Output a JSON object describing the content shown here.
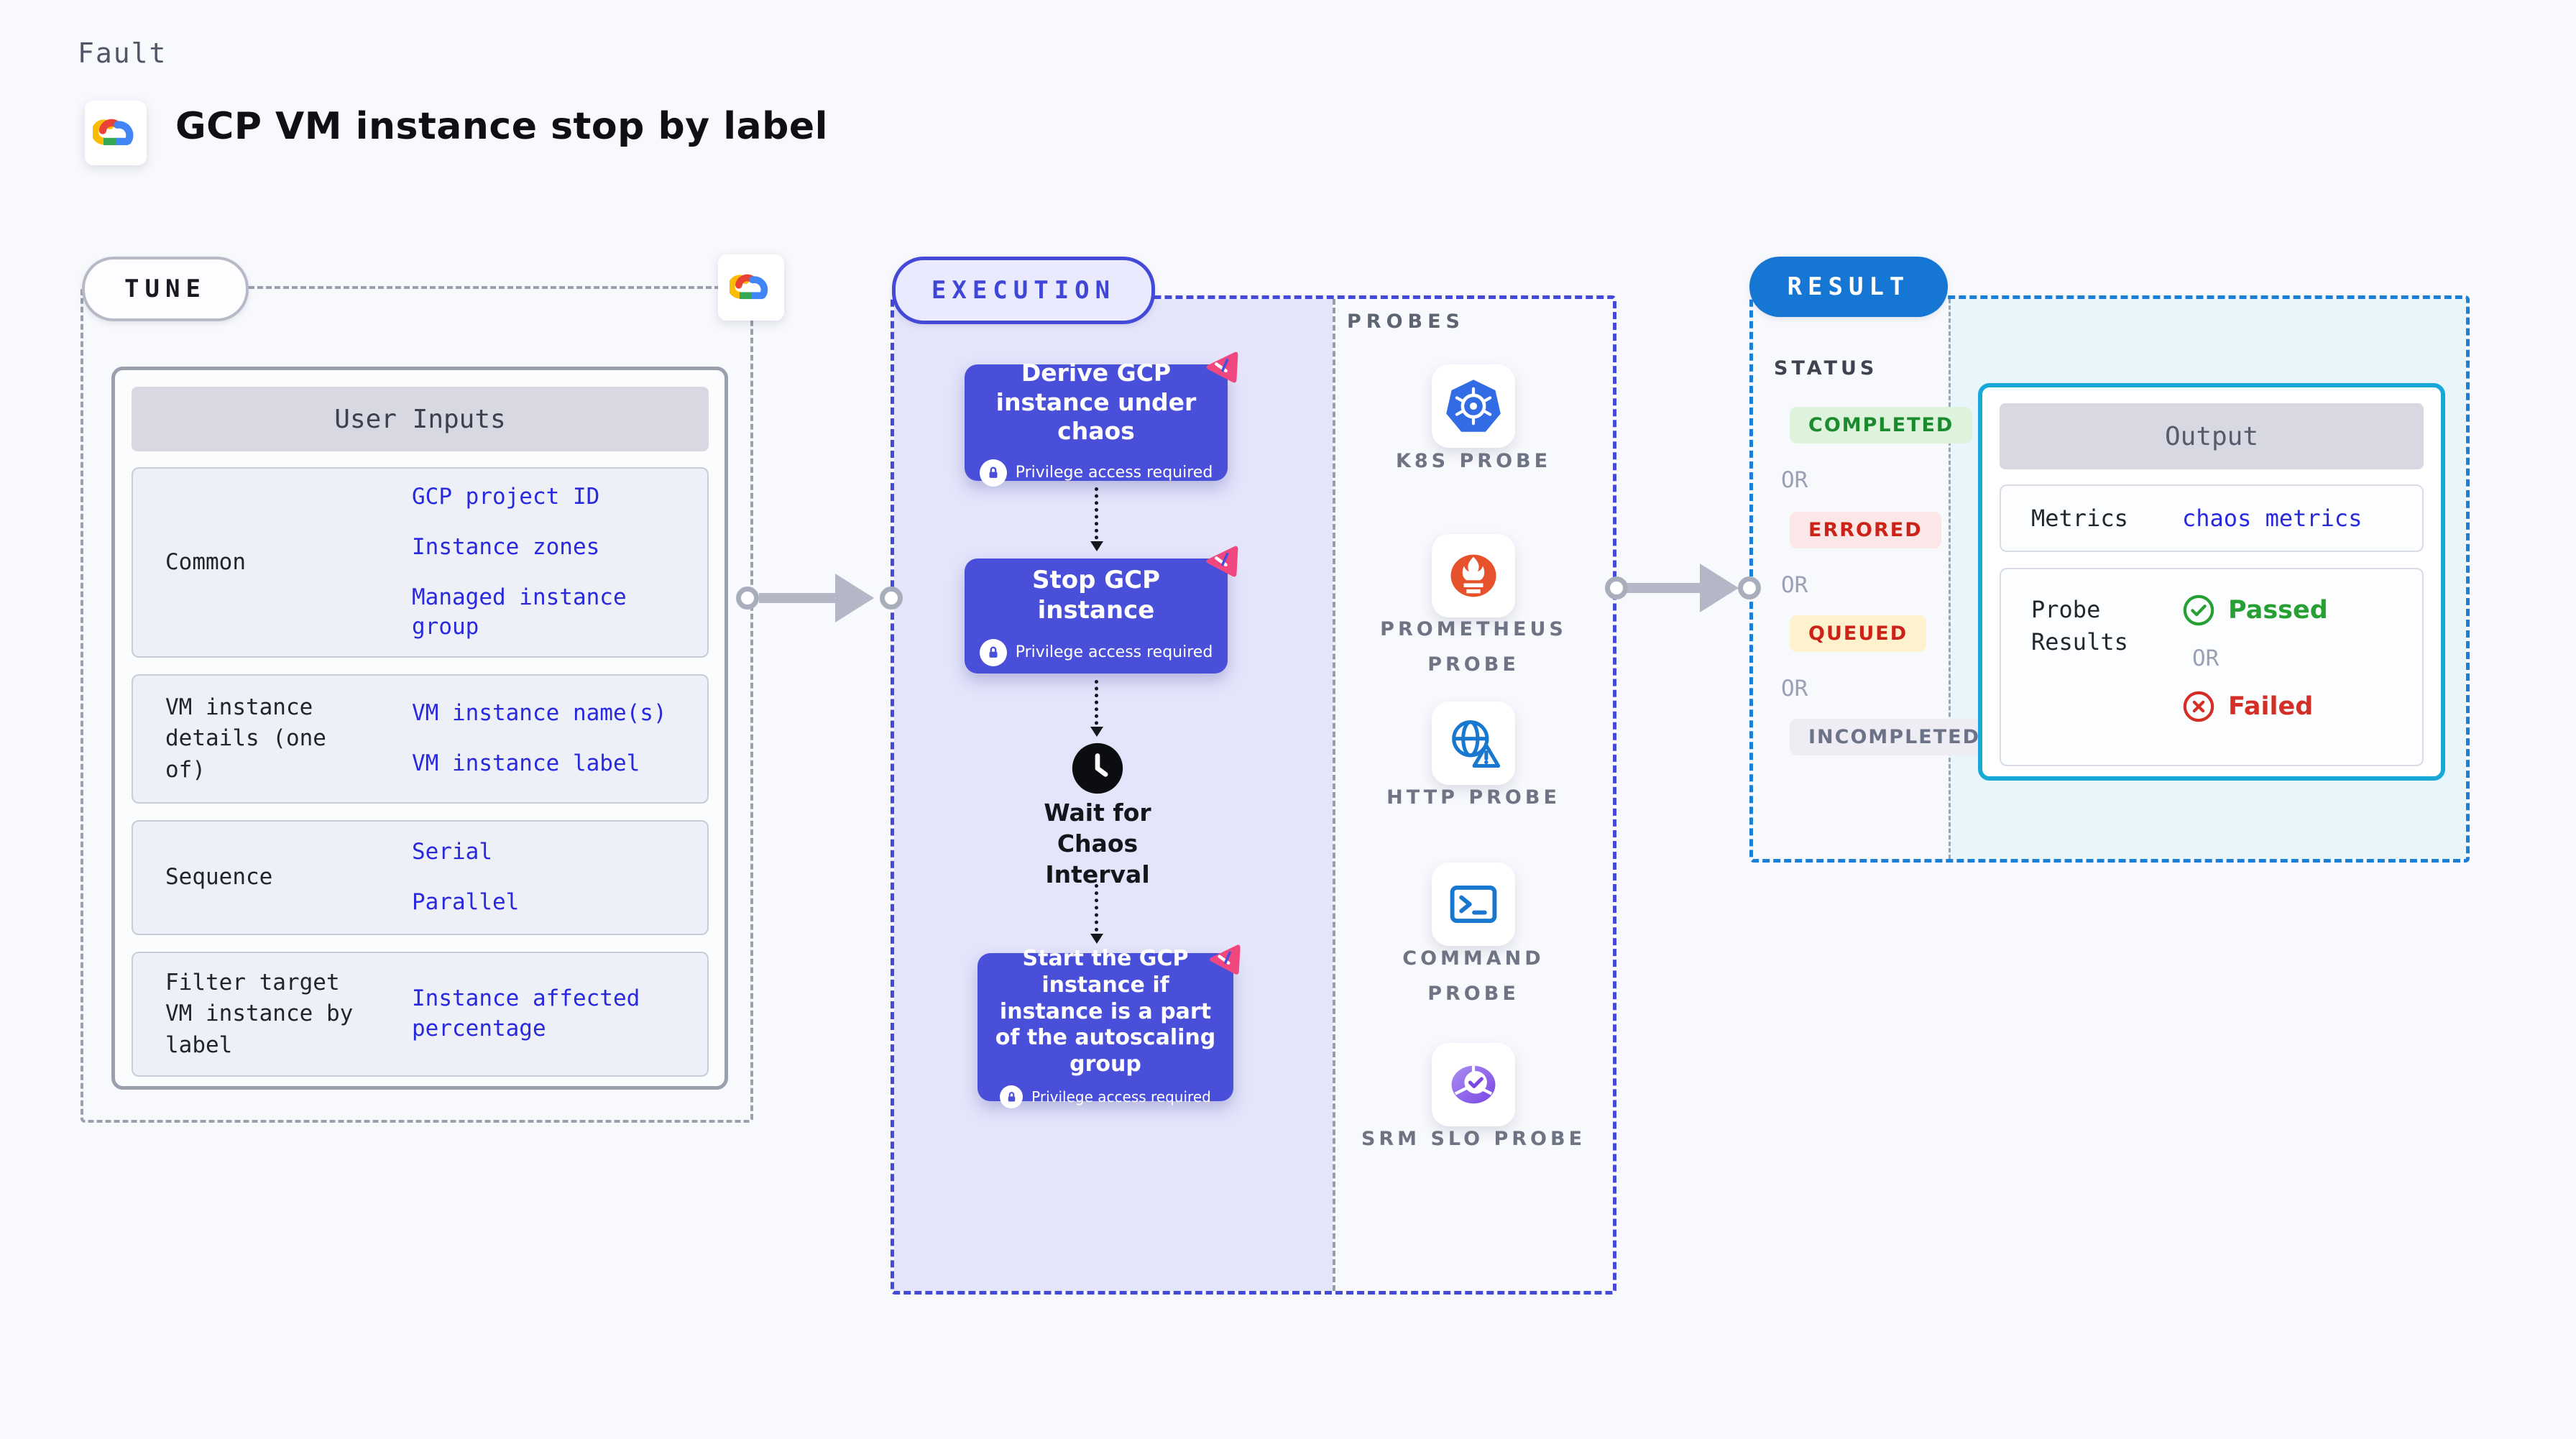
{
  "header": {
    "eyebrow": "Fault",
    "title": "GCP VM instance stop by label"
  },
  "tune": {
    "pill": "TUNE",
    "table_header": "User Inputs",
    "rows": [
      {
        "label": "Common",
        "links": [
          "GCP project ID",
          "Instance zones",
          "Managed instance group"
        ]
      },
      {
        "label": "VM instance details (one of)",
        "links": [
          "VM instance name(s)",
          "VM instance label"
        ]
      },
      {
        "label": "Sequence",
        "links": [
          "Serial",
          "Parallel"
        ]
      },
      {
        "label": "Filter target VM instance by label",
        "links": [
          "Instance affected percentage"
        ]
      }
    ]
  },
  "execution": {
    "pill": "EXECUTION",
    "nodes": [
      {
        "title": "Derive GCP instance under chaos",
        "badge": "Privilege access required"
      },
      {
        "title": "Stop GCP instance",
        "badge": "Privilege access required"
      },
      {
        "title": "Start the GCP instance if instance is a part of the autoscaling group",
        "badge": "Privilege access required"
      }
    ],
    "wait_step": "Wait for Chaos Interval"
  },
  "probes": {
    "heading": "PROBES",
    "items": [
      {
        "label": "K8S PROBE",
        "icon": "kubernetes-icon"
      },
      {
        "label": "PROMETHEUS PROBE",
        "icon": "prometheus-icon"
      },
      {
        "label": "HTTP PROBE",
        "icon": "http-globe-icon"
      },
      {
        "label": "COMMAND PROBE",
        "icon": "terminal-icon"
      },
      {
        "label": "SRM SLO PROBE",
        "icon": "slo-pie-icon"
      }
    ]
  },
  "result": {
    "pill": "RESULT",
    "status_heading": "STATUS",
    "or_label": "OR",
    "statuses": [
      {
        "label": "COMPLETED",
        "fg": "#1c8a2e",
        "bg": "#ddf3dc"
      },
      {
        "label": "ERRORED",
        "fg": "#cb2318",
        "bg": "#fbe7e7"
      },
      {
        "label": "QUEUED",
        "fg": "#cb2318",
        "bg": "#fdf2cd"
      },
      {
        "label": "INCOMPLETED",
        "fg": "#6c7389",
        "bg": "#ededf3"
      }
    ],
    "output": {
      "header": "Output",
      "metrics_label": "Metrics",
      "metrics_link": "chaos metrics",
      "probe_results_label": "Probe Results",
      "passed": "Passed",
      "or": "OR",
      "failed": "Failed"
    }
  },
  "colors": {
    "node_indigo": "#4a4fd9",
    "execution_fill": "#e4e5fb",
    "result_fill": "#e8f6fc",
    "link_blue": "#2929de",
    "passed_green": "#27a033",
    "failed_red": "#d32f26",
    "result_pill_blue": "#1576d3",
    "execution_border": "#4449d8",
    "result_border": "#1b7fd6"
  }
}
